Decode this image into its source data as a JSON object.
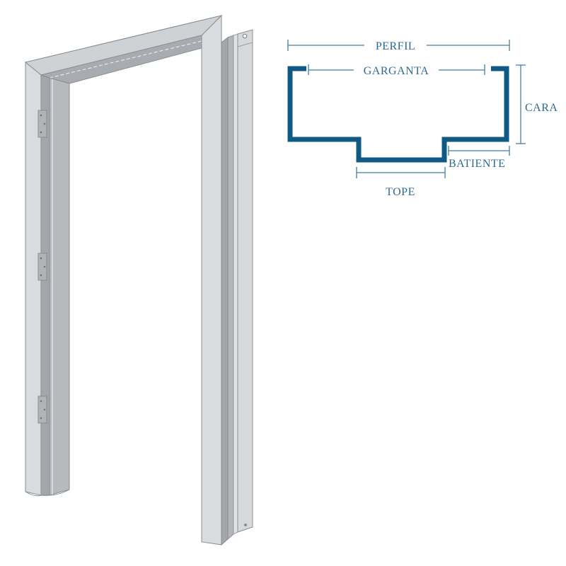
{
  "colors": {
    "profile_stroke": "#0e5a85",
    "dimension_line": "#3f7fa3",
    "label_text": "#2d6a8c",
    "frame_light": "#d9dcde",
    "frame_mid": "#b9bdc0",
    "frame_dark": "#9a9ea2",
    "frame_outline": "#8a8e92"
  },
  "frame_illustration": {
    "description": "Isometric steel door frame with hinge plates"
  },
  "profile_diagram": {
    "labels": {
      "perfil": "PERFIL",
      "garganta": "GARGANTA",
      "cara": "CARA",
      "batiente": "BATIENTE",
      "tope": "TOPE"
    }
  }
}
